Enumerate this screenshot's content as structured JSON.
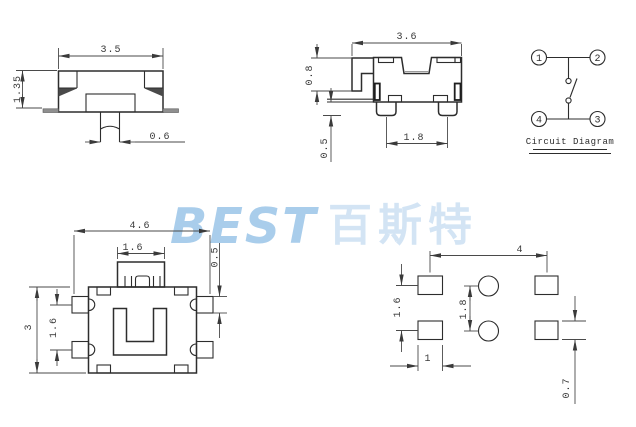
{
  "colors": {
    "background": "#ffffff",
    "outline": "#2d2d2d",
    "dimension": "#4a4a4a",
    "watermark_logo": "#a9cdeb",
    "watermark_cjk": "#d3e4f4"
  },
  "watermark": {
    "logo": "BEST",
    "cjk": "百斯特"
  },
  "dims": {
    "front": {
      "width": "3.5",
      "height": "1.35",
      "stem_width": "0.6"
    },
    "side": {
      "width": "3.6",
      "stem_height": "0.8",
      "standoff": "0.5",
      "lead_pitch": "1.8"
    },
    "top": {
      "width": "4.6",
      "stem_width": "1.6",
      "lead_length": "0.5",
      "depth": "3",
      "lead_pitch": "1.6"
    },
    "land": {
      "pad_span": "4",
      "pad_pitch": "1.6",
      "hole_pitch": "1.8",
      "pad_width": "1",
      "pad_height": "0.7"
    }
  },
  "circuit": {
    "pins": {
      "p1": "1",
      "p2": "2",
      "p3": "3",
      "p4": "4"
    },
    "caption": "Circuit Diagram"
  }
}
